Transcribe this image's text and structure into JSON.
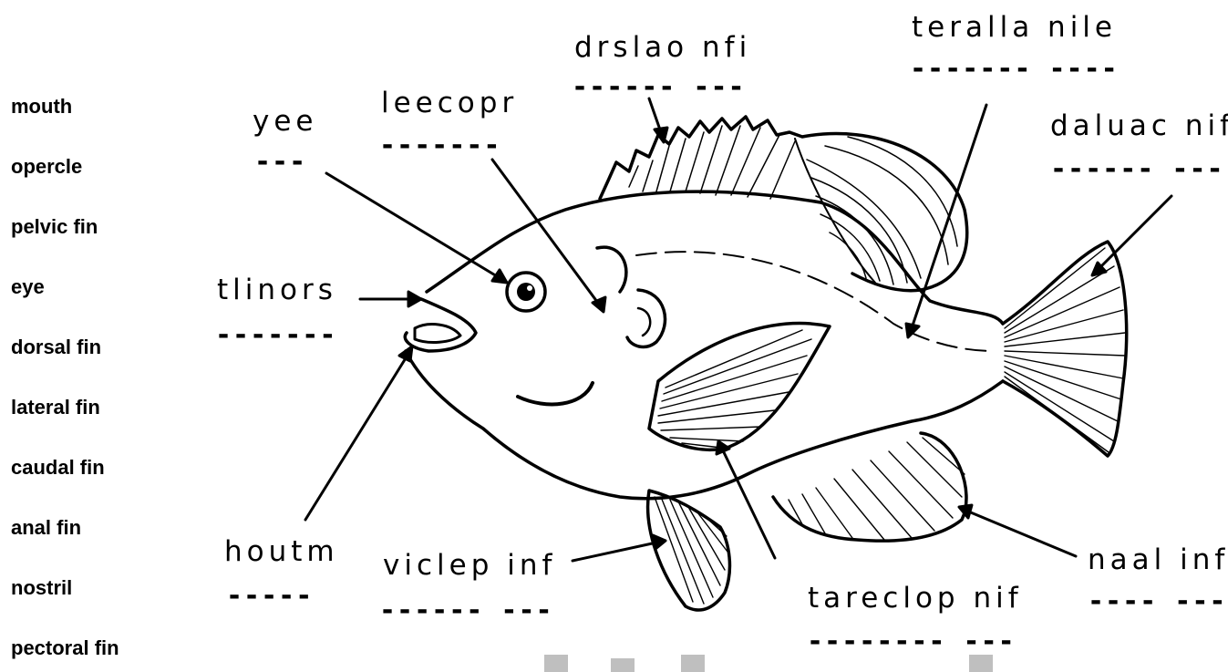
{
  "word_bank": [
    "mouth",
    "opercle",
    "pelvic fin",
    "eye",
    "dorsal fin",
    "lateral fin",
    "caudal fin",
    "anal fin",
    "nostril",
    "pectoral fin"
  ],
  "labels": {
    "dorsal": {
      "scrambled": "drslao nfi",
      "blank": "------ ---"
    },
    "lateral": {
      "scrambled": "teralla nile",
      "blank": "------- ----"
    },
    "eye": {
      "scrambled": "yee",
      "blank": "---"
    },
    "opercle": {
      "scrambled": "leecopr",
      "blank": "-------"
    },
    "caudal": {
      "scrambled": "daluac nif",
      "blank": "------ ---"
    },
    "nostril": {
      "scrambled": "tlinors",
      "blank": "-------"
    },
    "mouth": {
      "scrambled": "houtm",
      "blank": "-----"
    },
    "pelvic": {
      "scrambled": "viclep inf",
      "blank": "------ ---"
    },
    "pectoral": {
      "scrambled": "tareclop nif",
      "blank": "-------- ---"
    },
    "anal": {
      "scrambled": "naal inf",
      "blank": "---- ---"
    }
  },
  "colors": {
    "ink": "#000000",
    "footer_mark": "#bfbfbf"
  }
}
